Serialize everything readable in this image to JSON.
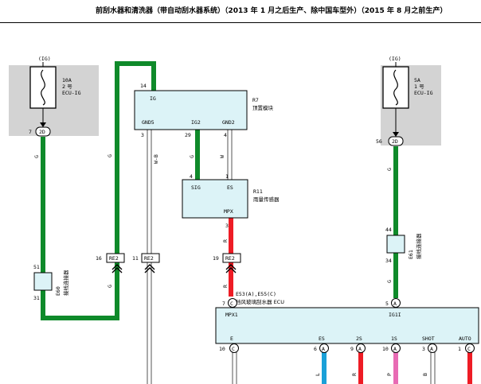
{
  "title": "前刮水器和清洗器（带自动刮水器系统）（2013 年 1 月之后生产、除中国车型外）（2015 年 8 月之前生产）",
  "colors": {
    "green": "#0f8a2a",
    "red": "#ee1c25",
    "blue": "#1aa0d8",
    "pink": "#e86bb4",
    "module_fill": "#dcf3f7",
    "fuse_fill": "#d3d3d3"
  },
  "fuse_left": {
    "circuit": "(IG)",
    "amp": "10A",
    "num": "2 号",
    "name": "ECU-IG",
    "pin": "7",
    "conn": "2D"
  },
  "fuse_right": {
    "circuit": "(IG)",
    "amp": "5A",
    "num": "1 号",
    "name": "ECU-IG",
    "pin": "56",
    "conn": "2D"
  },
  "module_r7": {
    "id": "R7",
    "name": "顶置模块",
    "ig": "IG",
    "gnd5": "GND5",
    "ig2": "IG2",
    "gnd2": "GND2",
    "pin_ig": "14",
    "pin_gnd5": "3",
    "pin_ig2": "29",
    "pin_gnd2": "4"
  },
  "module_r11": {
    "id": "R11",
    "name": "雨量传感器",
    "sig": "SIG",
    "es": "ES",
    "mpx": "MPX",
    "pin_sig": "4",
    "pin_es": "1",
    "pin_mpx": "3"
  },
  "junction_left": {
    "id": "E60",
    "name": "接线连接器",
    "pin_top": "51",
    "pin_bottom": "31"
  },
  "junction_right": {
    "id": "E61",
    "name": "接线连接器",
    "pin_top": "44",
    "pin_bottom": "34"
  },
  "connectors": [
    {
      "pin": "16",
      "label": "RE2"
    },
    {
      "pin": "11",
      "label": "RE2"
    },
    {
      "pin": "19",
      "label": "RE2"
    }
  ],
  "wire_labels": {
    "g": "G",
    "wb": "W-B",
    "w": "W",
    "r": "R",
    "l": "L",
    "p": "P",
    "b": "B"
  },
  "ecu": {
    "ids": "E53(A),E55(C)",
    "name": "挡风玻璃刮水器 ECU",
    "mpx1": "MPX1",
    "ig1i": "IG1I",
    "pin_mpx1": "7",
    "conn_mpx1": "C",
    "pin_ig1i": "5",
    "conn_ig1i": "A",
    "bottom_pins": [
      {
        "label": "E",
        "pin": "10",
        "conn": "C"
      },
      {
        "label": "ES",
        "pin": "6",
        "conn": "A"
      },
      {
        "label": "2S",
        "pin": "9",
        "conn": "A"
      },
      {
        "label": "1S",
        "pin": "10",
        "conn": "A"
      },
      {
        "label": "SHOT",
        "pin": "3",
        "conn": "A"
      },
      {
        "label": "AUTO",
        "pin": "1",
        "conn": "C"
      }
    ]
  }
}
